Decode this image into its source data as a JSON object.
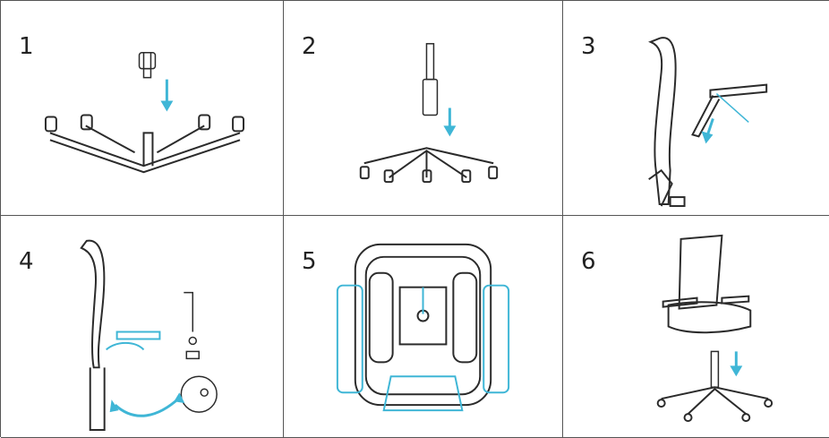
{
  "steps": [
    {
      "number": "1"
    },
    {
      "number": "2"
    },
    {
      "number": "3"
    },
    {
      "number": "4"
    },
    {
      "number": "5"
    },
    {
      "number": "6"
    }
  ],
  "colors": {
    "line": "#2b2b2b",
    "accent": "#3fb6d6",
    "border": "#555555"
  }
}
